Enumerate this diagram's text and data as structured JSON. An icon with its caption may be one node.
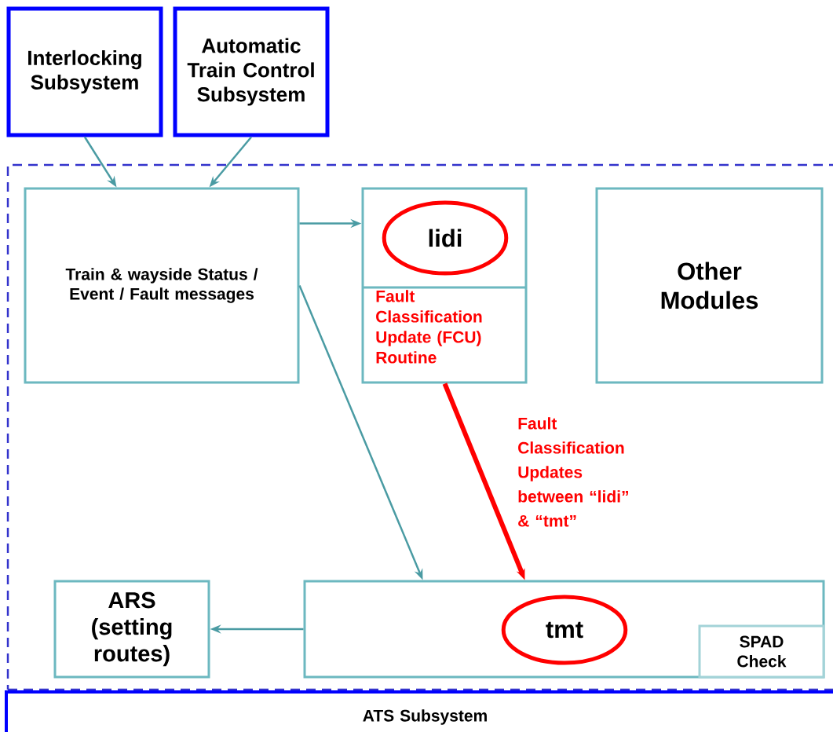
{
  "diagram": {
    "nodes": [
      {
        "text": [
          "Interlocking Subsystem"
        ]
      },
      {
        "text": [
          "Automatic Train Control Subsystem"
        ]
      },
      {
        "text": [],
        "shape": "box"
      },
      {
        "text": [
          "Train & wayside Status / Event / Fault messages"
        ],
        "in": 2
      },
      {
        "text": [
          "Fault Classification Update (FCU) Routine"
        ],
        "in": 2
      },
      {
        "text": [
          "lidi"
        ],
        "in": 4
      },
      {
        "text": [
          "Other Modules"
        ],
        "in": 2
      },
      {
        "text": [
          "ARS (setting routes)"
        ],
        "in": 2
      },
      {
        "text": [],
        "shape": "box",
        "in": 2
      },
      {
        "text": [
          "tmt"
        ],
        "in": 8
      },
      {
        "text": [
          "SPAD Check"
        ],
        "in": 8
      },
      {
        "text": [
          "ATS Subsystem"
        ]
      }
    ],
    "edges": [
      {
        "from": 0,
        "to": 3,
        "arrow": "to"
      },
      {
        "from": 1,
        "to": 3,
        "arrow": "to"
      },
      {
        "from": 3,
        "to": 4,
        "arrow": "to"
      },
      {
        "from": 3,
        "to": 8,
        "arrow": "to"
      },
      {
        "from": 4,
        "to": 8,
        "arrow": "to",
        "label": "Fault Classification Updates between “lidi” & “tmt”",
        "style": "thick",
        "color": "#ff0000"
      },
      {
        "from": 8,
        "to": 7,
        "arrow": "to"
      }
    ]
  }
}
